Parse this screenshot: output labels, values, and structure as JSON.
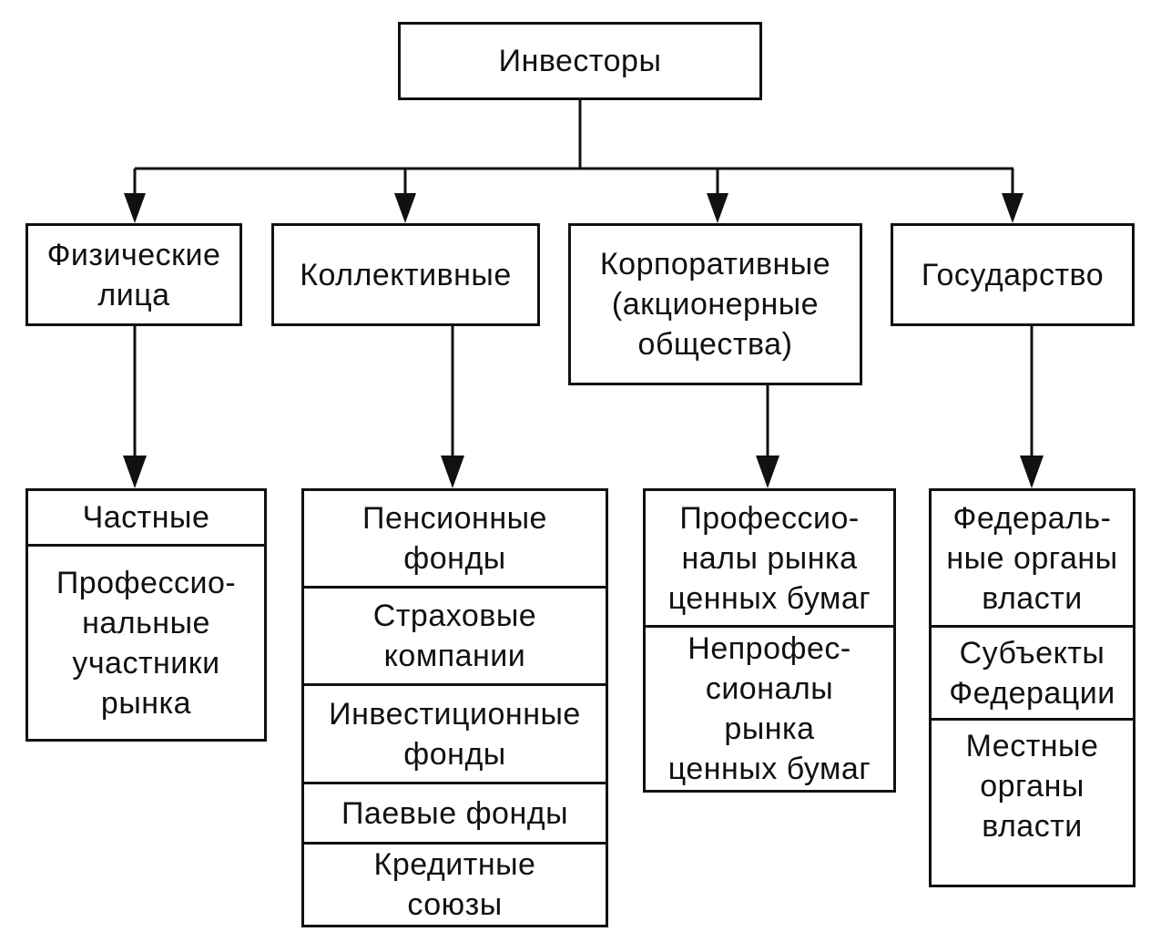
{
  "root": "Инвесторы",
  "categories": {
    "individuals": "Физические\nлица",
    "collective": "Коллективные",
    "corporate": "Корпоративные\n(акционерные\nобщества)",
    "state": "Государство"
  },
  "subtypes": {
    "individuals": [
      "Частные",
      "Профессио-\nнальные\nучастники\nрынка"
    ],
    "collective": [
      "Пенсионные\nфонды",
      "Страховые\nкомпании",
      "Инвестиционные\nфонды",
      "Паевые фонды",
      "Кредитные\nсоюзы"
    ],
    "corporate": [
      "Профессио-\nналы рынка\nценных бумаг",
      "Непрофес-\nсионалы\nрынка\nценных бумаг"
    ],
    "state": [
      "Федераль-\nные органы\nвласти",
      "Субъекты\nФедерации",
      "Местные\nорганы\nвласти"
    ]
  }
}
